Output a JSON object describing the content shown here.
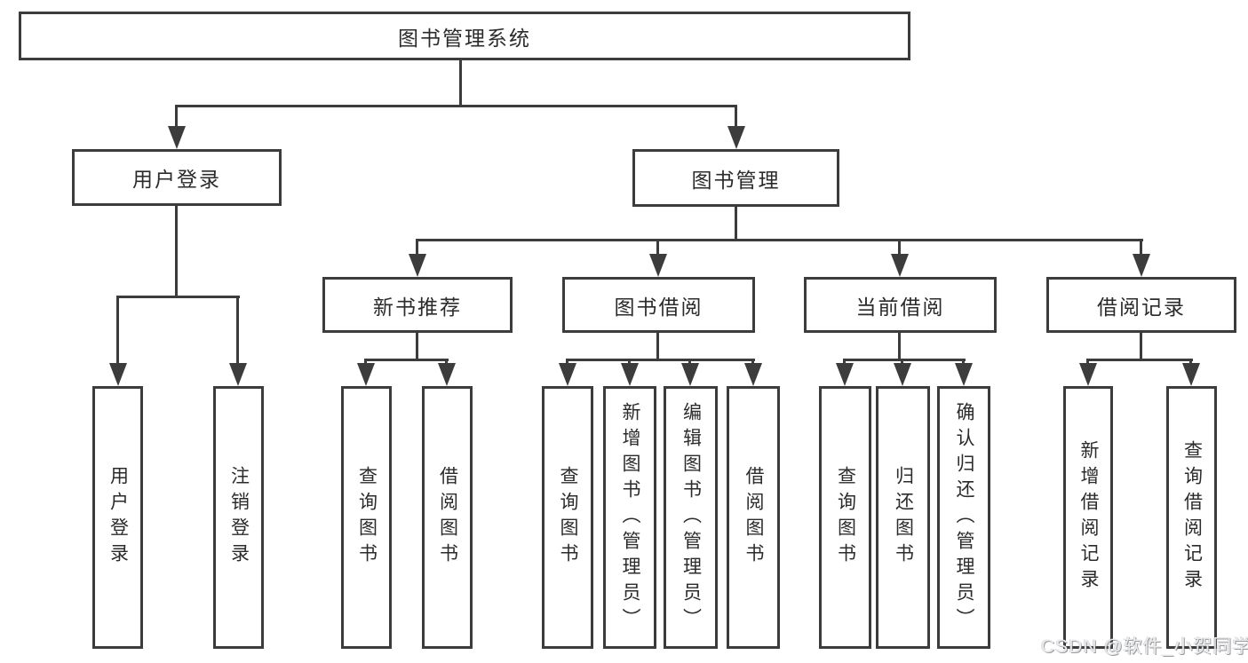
{
  "tree": {
    "root": "图书管理系统",
    "branches": [
      {
        "label": "用户登录",
        "children": [
          "用户登录",
          "注销登录"
        ]
      },
      {
        "label": "图书管理",
        "children": [
          {
            "label": "新书推荐",
            "children": [
              "查询图书",
              "借阅图书"
            ]
          },
          {
            "label": "图书借阅",
            "children": [
              "查询图书",
              "新增图书（管理员）",
              "编辑图书（管理员）",
              "借阅图书"
            ]
          },
          {
            "label": "当前借阅",
            "children": [
              "查询图书",
              "归还图书",
              "确认归还（管理员）"
            ]
          },
          {
            "label": "借阅记录",
            "children": [
              "新增借阅记录",
              "查询借阅记录"
            ]
          }
        ]
      }
    ]
  },
  "watermark": "CSDN @软件_小贺同学",
  "colors": {
    "line": "#3c3c3c",
    "box_border": "#3c3c3c",
    "text": "#2b2b2b",
    "background": "#ffffff",
    "watermark": "#e9ebee"
  }
}
